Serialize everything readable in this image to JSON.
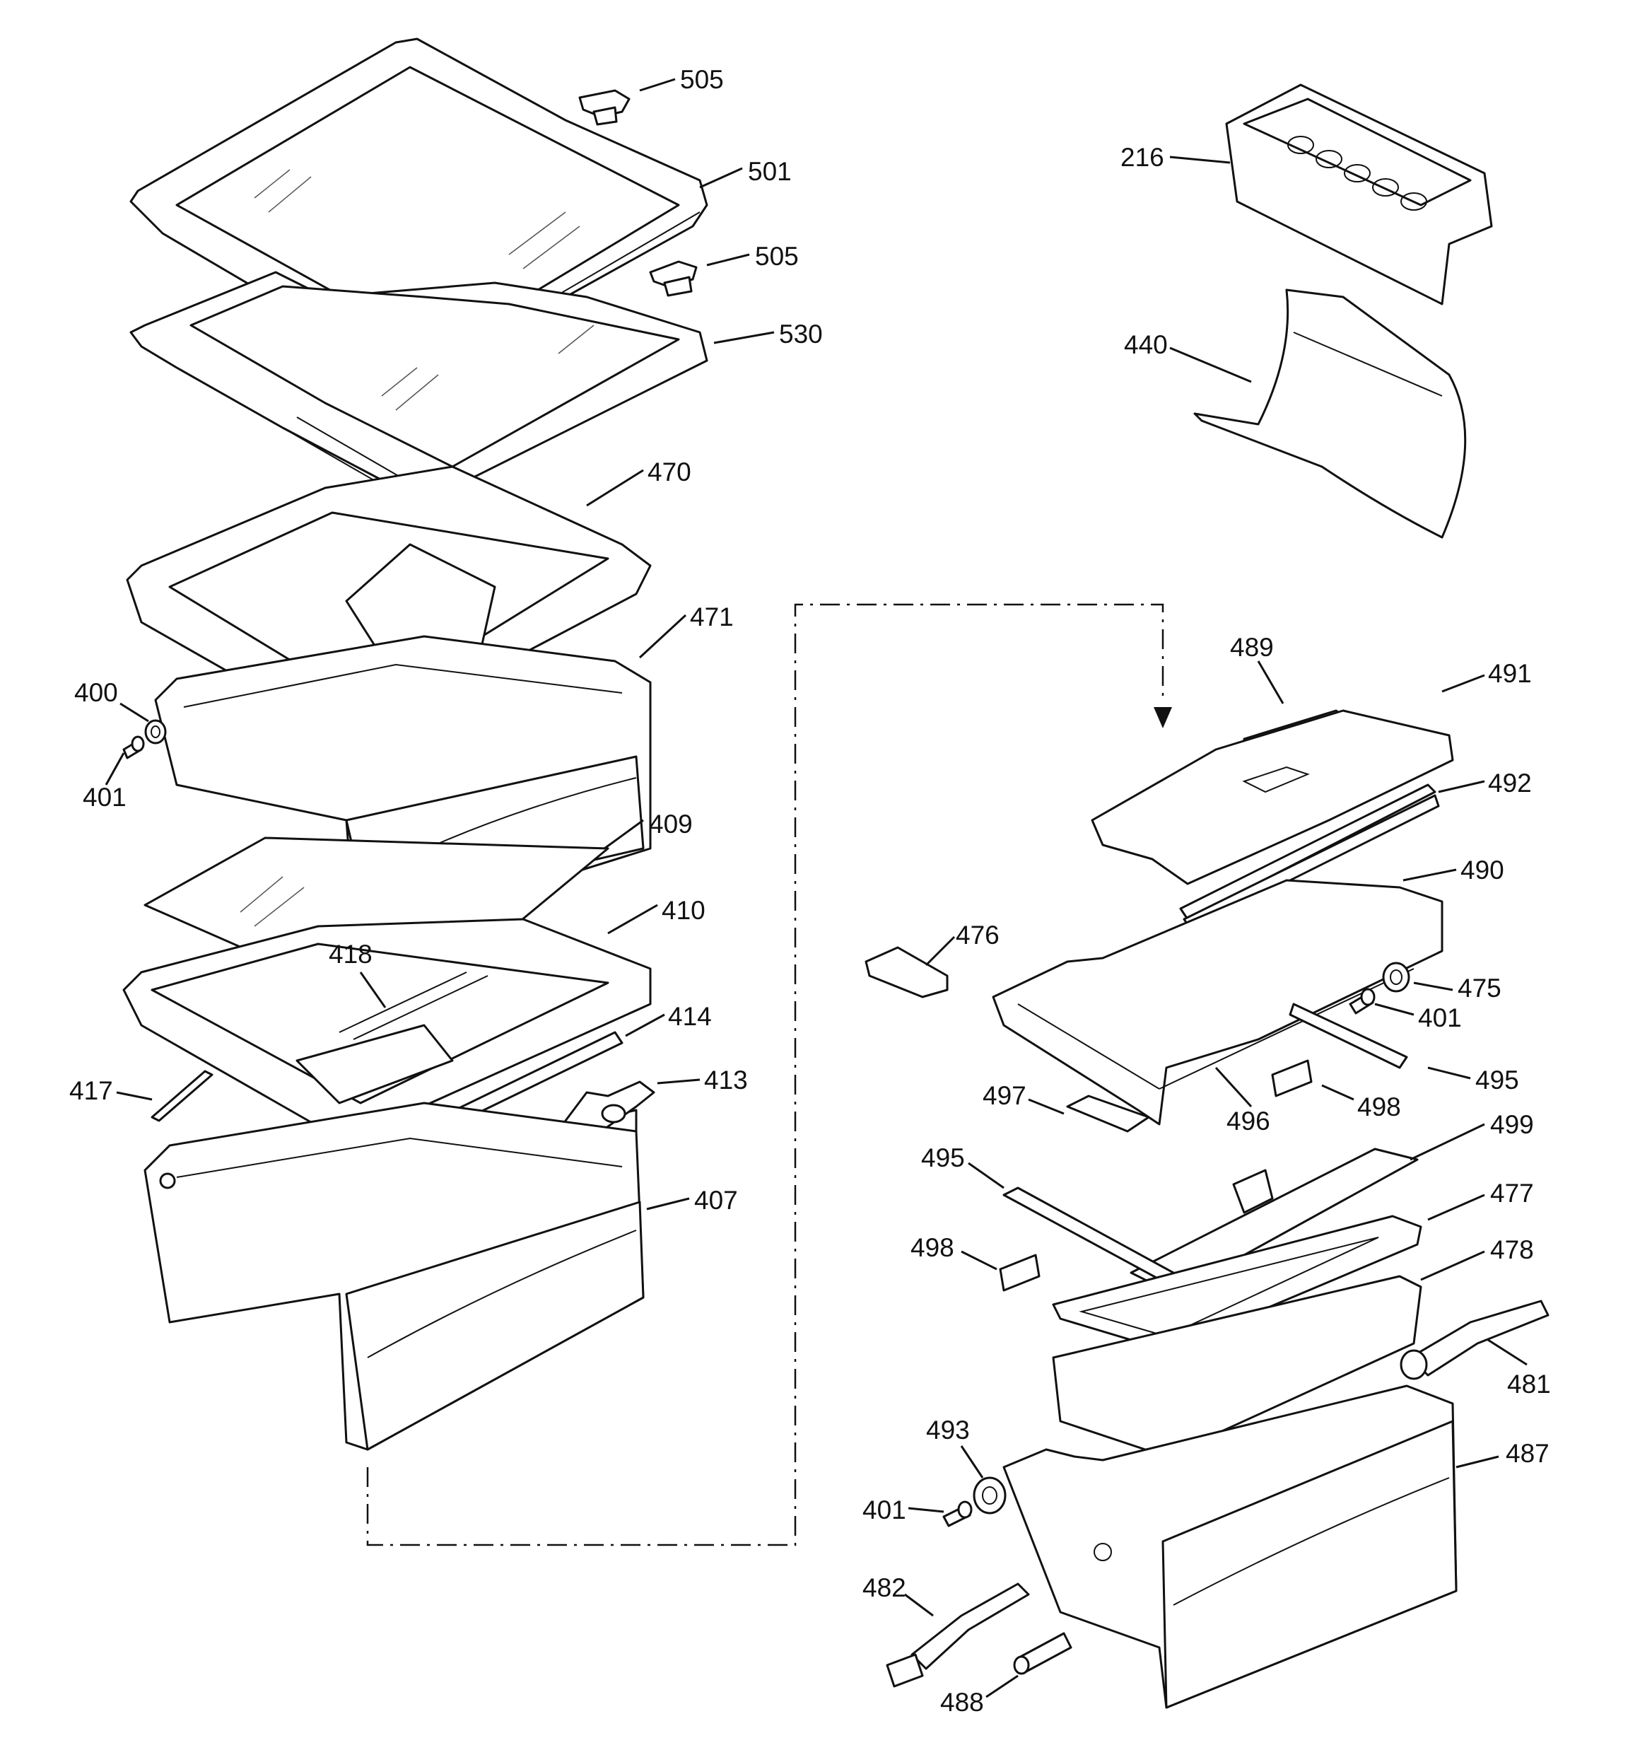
{
  "diagram": {
    "callouts": [
      {
        "id": "505a",
        "text": "505"
      },
      {
        "id": "501",
        "text": "501"
      },
      {
        "id": "505b",
        "text": "505"
      },
      {
        "id": "530",
        "text": "530"
      },
      {
        "id": "470",
        "text": "470"
      },
      {
        "id": "471",
        "text": "471"
      },
      {
        "id": "400",
        "text": "400"
      },
      {
        "id": "401a",
        "text": "401"
      },
      {
        "id": "409",
        "text": "409"
      },
      {
        "id": "410",
        "text": "410"
      },
      {
        "id": "418",
        "text": "418"
      },
      {
        "id": "414",
        "text": "414"
      },
      {
        "id": "417",
        "text": "417"
      },
      {
        "id": "413",
        "text": "413"
      },
      {
        "id": "407",
        "text": "407"
      },
      {
        "id": "216",
        "text": "216"
      },
      {
        "id": "440",
        "text": "440"
      },
      {
        "id": "489",
        "text": "489"
      },
      {
        "id": "491",
        "text": "491"
      },
      {
        "id": "492",
        "text": "492"
      },
      {
        "id": "490",
        "text": "490"
      },
      {
        "id": "476",
        "text": "476"
      },
      {
        "id": "475",
        "text": "475"
      },
      {
        "id": "401b",
        "text": "401"
      },
      {
        "id": "495a",
        "text": "495"
      },
      {
        "id": "497",
        "text": "497"
      },
      {
        "id": "496",
        "text": "496"
      },
      {
        "id": "498a",
        "text": "498"
      },
      {
        "id": "499",
        "text": "499"
      },
      {
        "id": "495b",
        "text": "495"
      },
      {
        "id": "477",
        "text": "477"
      },
      {
        "id": "498b",
        "text": "498"
      },
      {
        "id": "478",
        "text": "478"
      },
      {
        "id": "481",
        "text": "481"
      },
      {
        "id": "493",
        "text": "493"
      },
      {
        "id": "487",
        "text": "487"
      },
      {
        "id": "401c",
        "text": "401"
      },
      {
        "id": "482",
        "text": "482"
      },
      {
        "id": "488",
        "text": "488"
      }
    ]
  }
}
